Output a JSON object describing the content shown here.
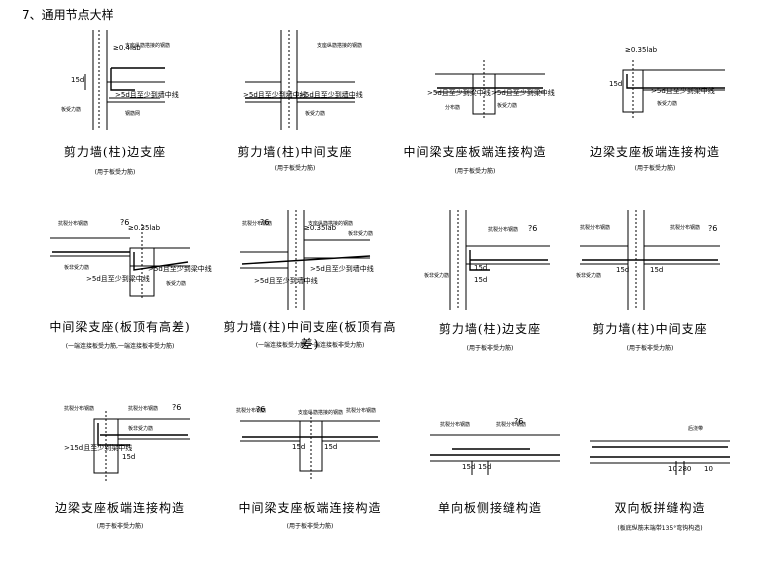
{
  "title": "7、通用节点大样",
  "rows": [
    [
      {
        "caption": "剪力墙(柱)边支座",
        "sub": "(用于板受力筋)",
        "labels": [
          "支座纵筋搭接的钢筋",
          "板受力筋",
          "钢筋网"
        ],
        "dims": [
          "≥0.4lab",
          ">5d且至少到墙中线",
          "15d"
        ],
        "lap": ""
      },
      {
        "caption": "剪力墙(柱)中间支座",
        "sub": "(用于板受力筋)",
        "labels": [
          "支座纵筋搭接的钢筋",
          "板受力筋"
        ],
        "dims": [
          ">5d且至少到墙中线",
          ">5d且至少到墙中线"
        ],
        "lap": ""
      },
      {
        "caption": "中间梁支座板端连接构造",
        "sub": "(用于板受力筋)",
        "labels": [
          "板受力筋",
          "分布筋"
        ],
        "dims": [
          ">5d且至少到梁中线",
          ">5d且至少到梁中线"
        ],
        "lap": ""
      },
      {
        "caption": "边梁支座板端连接构造",
        "sub": "(用于板受力筋)",
        "labels": [
          "板受力筋"
        ],
        "dims": [
          "≥0.35lab",
          ">5d且至少到梁中线",
          "15d"
        ],
        "lap": ""
      }
    ],
    [
      {
        "caption": "中间梁支座(板顶有高差)",
        "sub": "(一端连接板受力筋,一端连接板非受力筋)",
        "labels": [
          "抗裂分布钢筋",
          "板非受力筋",
          "板受力筋"
        ],
        "dims": [
          "≥0.35lab",
          ">5d且至少到梁中线",
          ">5d且至少到梁中线"
        ],
        "lap": "?6"
      },
      {
        "caption": "剪力墙(柱)中间支座(板顶有高差)",
        "sub": "(一端连接板受力筋,一端连接板非受力筋)",
        "labels": [
          "抗裂分布钢筋",
          "支座纵筋搭接的钢筋",
          "板非受力筋"
        ],
        "dims": [
          "≥0.35lab",
          ">5d且至少到墙中线",
          ">5d且至少到墙中线"
        ],
        "lap": "?6"
      },
      {
        "caption": "剪力墙(柱)边支座",
        "sub": "(用于板非受力筋)",
        "labels": [
          "抗裂分布钢筋",
          "板非受力筋"
        ],
        "dims": [
          "15d",
          "15d"
        ],
        "lap": "?6"
      },
      {
        "caption": "剪力墙(柱)中间支座",
        "sub": "(用于板非受力筋)",
        "labels": [
          "抗裂分布钢筋",
          "抗裂分布钢筋",
          "板非受力筋"
        ],
        "dims": [
          "15d",
          "15d"
        ],
        "lap": "?6"
      }
    ],
    [
      {
        "caption": "边梁支座板端连接构造",
        "sub": "(用于板非受力筋)",
        "labels": [
          "抗裂分布钢筋",
          "抗裂分布钢筋",
          "板非受力筋"
        ],
        "dims": [
          ">15d且至少到梁中线",
          "15d"
        ],
        "lap": "?6"
      },
      {
        "caption": "中间梁支座板端连接构造",
        "sub": "(用于板非受力筋)",
        "labels": [
          "抗裂分布钢筋",
          "支座纵筋搭接的钢筋",
          "抗裂分布钢筋"
        ],
        "dims": [
          "15d",
          "15d"
        ],
        "lap": "?6"
      },
      {
        "caption": "单向板侧接缝构造",
        "sub": "",
        "labels": [
          "抗裂分布钢筋",
          "抗裂分布钢筋"
        ],
        "dims": [
          "15d",
          "15d"
        ],
        "lap": "?6"
      },
      {
        "caption": "双向板拼缝构造",
        "sub": "(板底纵筋末端带135°弯钩构造)",
        "labels": [
          "后浇带"
        ],
        "dims": [
          "10",
          "280",
          "10"
        ],
        "lap": ""
      }
    ]
  ]
}
